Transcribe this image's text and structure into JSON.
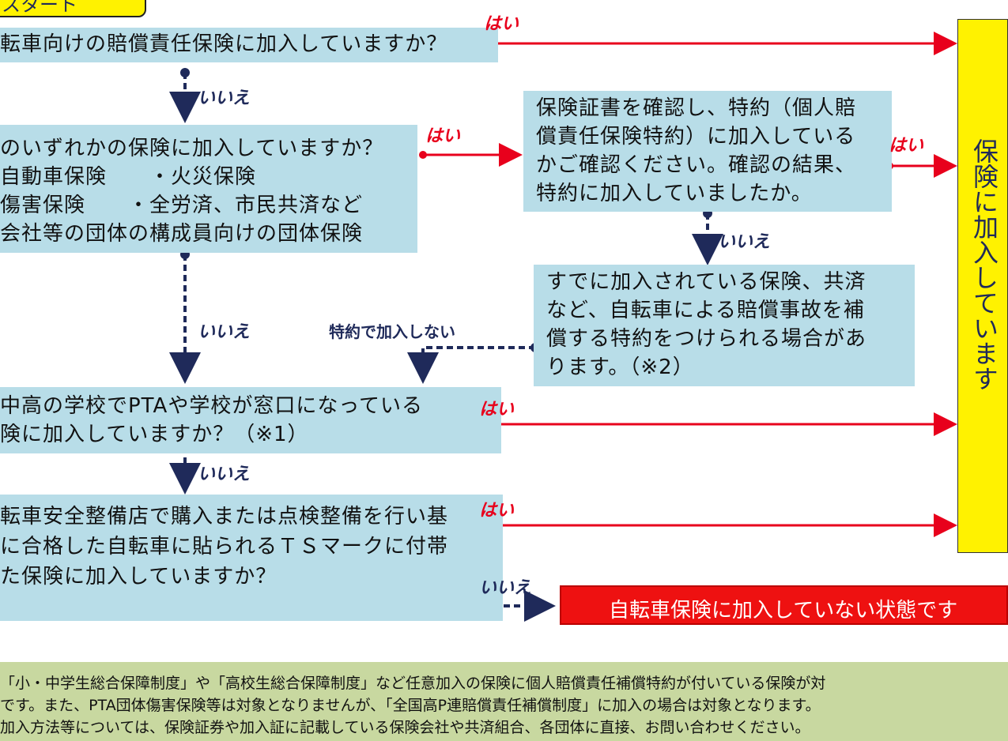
{
  "start_label": "スタート",
  "questions": {
    "q1": "転車向けの賠償責任保険に加入していますか？",
    "q2": [
      "のいずれかの保険に加入していますか？",
      "自動車保険　　・火災保険",
      "傷害保険　　・全労済、市民共済など",
      "会社等の団体の構成員向けの団体保険"
    ],
    "q2b": [
      "保険証書を確認し、特約（個人賠",
      "償責任保険特約）に加入している",
      "かご確認ください。確認の結果、",
      "特約に加入していましたか。"
    ],
    "q2c": [
      "すでに加入されている保険、共済",
      "など、自転車による賠償事故を補",
      "償する特約をつけられる場合があ",
      "ります。（※2）"
    ],
    "q3": [
      "中高の学校でPTAや学校が窓口になっている",
      "険に加入していますか？（※1）"
    ],
    "q4": [
      "転車安全整備店で購入または点検整備を行い基",
      "に合格した自転車に貼られるＴＳマークに付帯",
      "た保険に加入していますか？"
    ]
  },
  "labels": {
    "yes": "はい",
    "no": "いいえ",
    "no_special": "特約で加入しない"
  },
  "results": {
    "insured": "保険に加入しています",
    "not_insured": "自転車保険に加入していない状態です"
  },
  "notes": [
    "「小・中学生総合保障制度」や「高校生総合保障制度」など任意加入の保険に個人賠償責任補償特約が付いている保険が対",
    "です。また、PTA団体傷害保険等は対象となりませんが、「全国高P連賠償責任補償制度」に加入の場合は対象となります。",
    "加入方法等については、保険証券や加入証に記載している保険会社や共済組合、各団体に直接、お問い合わせください。"
  ]
}
